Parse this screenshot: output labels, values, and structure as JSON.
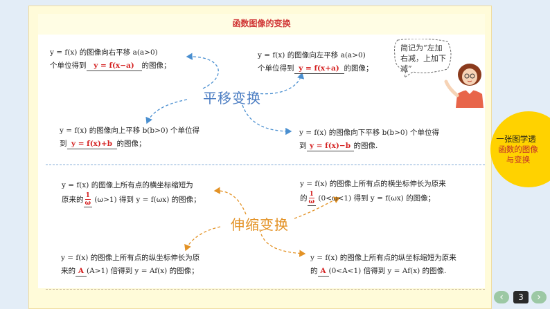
{
  "title": "函数图像的变换",
  "speech_bubble": "简记为“左加右减，上加下减”",
  "side_badge": {
    "line1": "一张图学透",
    "line2": "函数的图像与变换"
  },
  "page_number": "3",
  "colors": {
    "accent_red": "#d03535",
    "translation_label": "#4a7cc2",
    "scaling_label": "#e39225",
    "badge": "#ffd200"
  },
  "translation": {
    "label": "平移变换",
    "right": {
      "line1": "y = f(x) 的图像向右平移 a(a>0)",
      "line2_pre": "个单位得到",
      "answer": "y = f(x−a)",
      "line2_post": "的图像；"
    },
    "left": {
      "line1": "y = f(x) 的图像向左平移 a(a>0)",
      "line2_pre": "个单位得到",
      "answer": "y = f(x+a)",
      "line2_post": "的图像；"
    },
    "up": {
      "line1": "y = f(x) 的图像向上平移 b(b>0) 个单位得",
      "line2_pre": "到",
      "answer": "y = f(x)+b",
      "line2_post": "的图像；"
    },
    "down": {
      "line1": "y = f(x) 的图像向下平移 b(b>0) 个单位得",
      "line2_pre": "到",
      "answer": "y = f(x)−b",
      "line2_post": "的图像."
    }
  },
  "scaling": {
    "label": "伸缩变换",
    "shrink_x": {
      "line1": "y = f(x) 的图像上所有点的横坐标缩短为",
      "line2_pre": "原来的",
      "frac_num": "1",
      "frac_den": "ω",
      "line2_post": "(ω>1) 得到 y = f(ωx) 的图像；"
    },
    "stretch_x": {
      "line1": "y = f(x) 的图像上所有点的横坐标伸长为原来",
      "line2_pre": "的",
      "frac_num": "1",
      "frac_den": "ω",
      "line2_post": "(0<ω<1) 得到 y = f(ωx) 的图像；"
    },
    "stretch_y": {
      "line1": "y = f(x) 的图像上所有点的纵坐标伸长为原",
      "line2_pre": "来的",
      "answer": "A",
      "line2_post": "(A>1) 倍得到 y = Af(x) 的图像；"
    },
    "shrink_y": {
      "line1": "y = f(x) 的图像上所有点的纵坐标缩短为原来",
      "line2_pre": "的",
      "answer": "A",
      "line2_post": "(0<A<1) 倍得到 y = Af(x) 的图像."
    }
  }
}
